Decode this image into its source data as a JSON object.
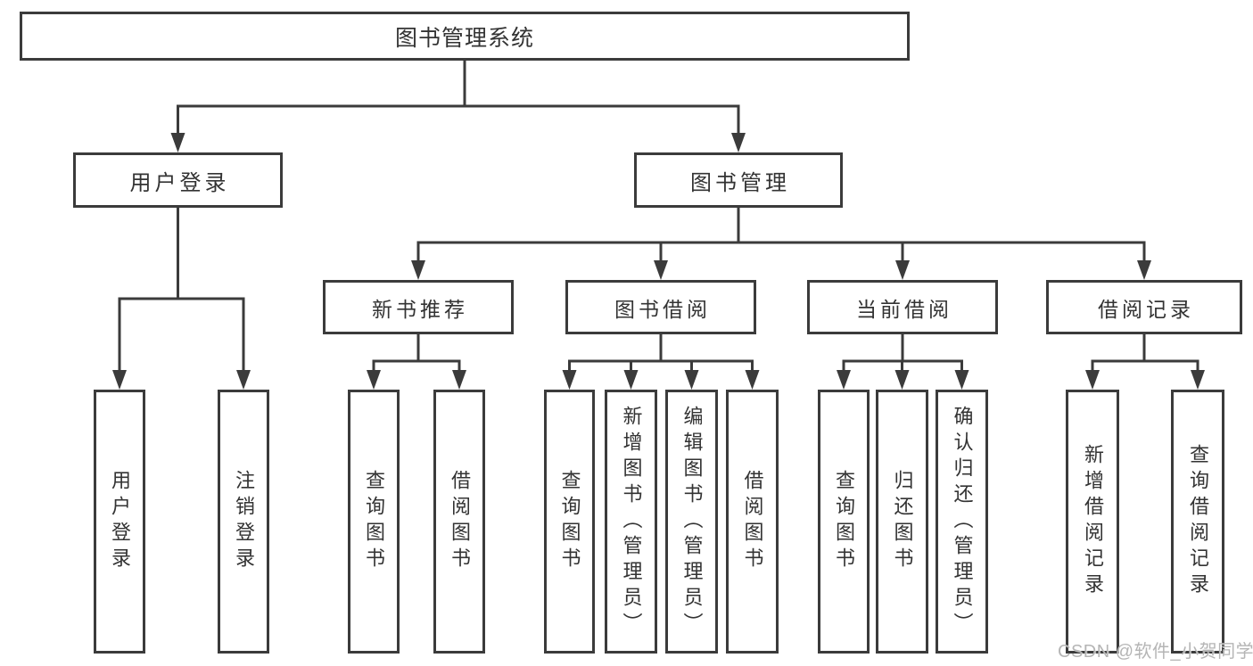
{
  "colors": {
    "line": "#3b3b3b",
    "text": "#333333",
    "background": "#ffffff",
    "watermark": "#b5b5b5"
  },
  "watermark": {
    "text": "CSDN @软件_小贺同学"
  },
  "tree": {
    "root": {
      "label": "图书管理系统"
    },
    "branches": [
      {
        "label": "用户登录",
        "children": [
          {
            "label": "用户登录"
          },
          {
            "label": "注销登录"
          }
        ]
      },
      {
        "label": "图书管理",
        "children": [
          {
            "label": "新书推荐",
            "children": [
              {
                "label": "查询图书"
              },
              {
                "label": "借阅图书"
              }
            ]
          },
          {
            "label": "图书借阅",
            "children": [
              {
                "label": "查询图书"
              },
              {
                "label": "新增图书（管理员）"
              },
              {
                "label": "编辑图书（管理员）"
              },
              {
                "label": "借阅图书"
              }
            ]
          },
          {
            "label": "当前借阅",
            "children": [
              {
                "label": "查询图书"
              },
              {
                "label": "归还图书"
              },
              {
                "label": "确认归还（管理员）"
              }
            ]
          },
          {
            "label": "借阅记录",
            "children": [
              {
                "label": "新增借阅记录"
              },
              {
                "label": "查询借阅记录"
              }
            ]
          }
        ]
      }
    ]
  }
}
